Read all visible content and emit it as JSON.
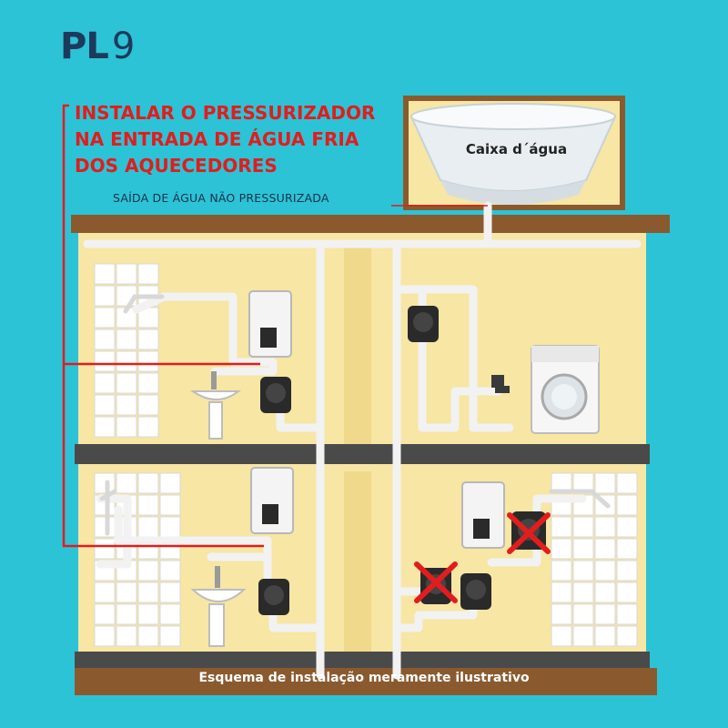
{
  "logo": {
    "brand": "PL",
    "model": "9"
  },
  "callout": {
    "lines": [
      "INSTALAR O PRESSURIZADOR",
      "NA ENTRADA DE ÁGUA FRIA",
      "DOS AQUECEDORES"
    ]
  },
  "labels": {
    "saida": "SAÍDA DE ÁGUA NÃO PRESSURIZADA",
    "caixa": "Caixa d´água",
    "footer": "Esquema de instalação meramente ilustrativo"
  },
  "colors": {
    "background": "#2cc3d6",
    "wall": "#f7e6a4",
    "beam": "#8a5a2e",
    "slab": "#4a4a4a",
    "pipe": "#f2f2f2",
    "callout": "#e11d1d",
    "pump": "#2a2a2a",
    "tile": "#ffffff"
  },
  "icons": [
    "water-tank-icon",
    "water-heater-icon",
    "pressure-pump-icon",
    "washing-machine-icon",
    "sink-icon",
    "shower-icon",
    "faucet-icon",
    "cross-mark-icon"
  ]
}
